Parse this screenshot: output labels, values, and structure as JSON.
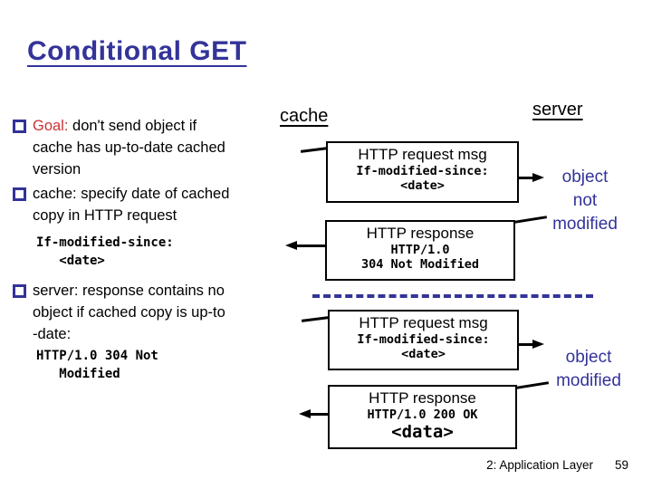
{
  "title": "Conditional GET",
  "colors": {
    "navy": "#333399",
    "red": "#cc3333",
    "ink": "#000000",
    "background": "#ffffff"
  },
  "bullets": {
    "b1": {
      "lead": "Goal:",
      "rest": " don't send object if\ncache has up-to-date cached\nversion"
    },
    "b2": {
      "text": "cache: specify date of cached\ncopy in HTTP request",
      "code": "If-modified-since:\n   <date>"
    },
    "b3": {
      "text": "server: response contains no\nobject if cached copy is up-to\n-date:",
      "code": "HTTP/1.0 304 Not\n   Modified"
    }
  },
  "diagram": {
    "cache_label": "cache",
    "server_label": "server",
    "msg1": {
      "title": "HTTP request msg",
      "code": "If-modified-since:\n<date>"
    },
    "msg2": {
      "title": "HTTP response",
      "code": "HTTP/1.0\n304 Not Modified"
    },
    "msg3": {
      "title": "HTTP request msg",
      "code": "If-modified-since:\n<date>"
    },
    "msg4": {
      "title": "HTTP response",
      "code": "HTTP/1.0 200 OK",
      "data": "<data>"
    },
    "note_not_modified": "object\nnot\nmodified",
    "note_modified": "object\nmodified"
  },
  "footer": {
    "section": "2: Application Layer",
    "page": "59"
  }
}
